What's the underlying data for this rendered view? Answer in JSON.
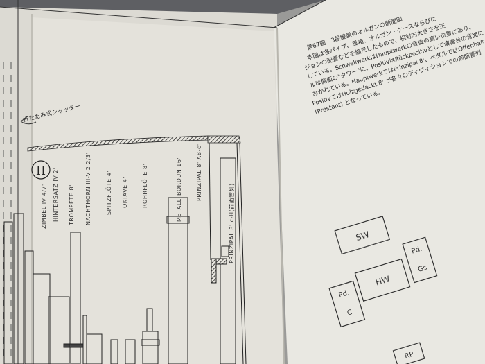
{
  "caption": {
    "title": "第67図　3段鍵盤のオルガンの断面図",
    "lines": [
      "本図は各パイプ、風箱、オルガン・ケースならびに",
      "ジョンの配置などを縮尺したもので、相対的大きさを正",
      "している。SchwellwerkはHauptwerkの背後の高い位置にあり、",
      "ルは側面の\"タワー\"に、PositivはRückpositivとして演奏台の背面に",
      "おかれている。HauptwerkではPrinzipal 8'、ペダルではOffenbaß 8'、",
      "PositivではHolzgedackt 8' が各々のディヴィジョンでの前面管列",
      "(Prestant) となっている。"
    ]
  },
  "shutter_label": "折たたみ式シャッター",
  "division_mark": "II",
  "stops": [
    "ZIMBEL IV 4/7'",
    "HINTERSATZ IV 2'",
    "TROMPETE 8'",
    "NACHTHORN III-V 2 2/3'",
    "SPITZFLÖTE 4'",
    "OKTAVE 4'",
    "ROHRFLÖTE 8'",
    "METALL",
    "BORDUN 16'",
    "PRINZIPAL 8' AB-c'",
    "PRINZIPAL 8' c-H(前面管列)"
  ],
  "layout_boxes": {
    "sw": "SW",
    "hw": "HW",
    "pd_left": [
      "Pd.",
      "C"
    ],
    "pd_right": [
      "Pd.",
      "Gs"
    ],
    "rp": "RP"
  }
}
